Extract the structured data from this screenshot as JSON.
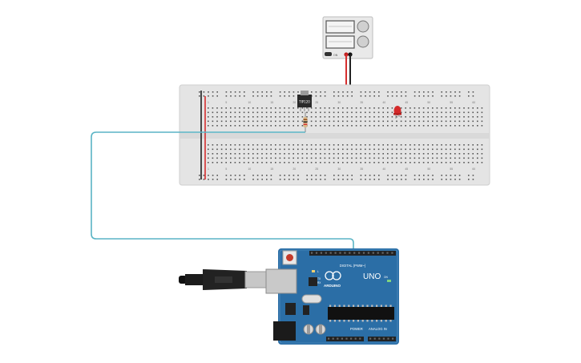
{
  "power_supply": {
    "on_label": "ON"
  },
  "breadboard": {
    "top_numbers": [
      "1",
      "5",
      "10",
      "15",
      "20",
      "25",
      "30",
      "35",
      "40",
      "45",
      "50",
      "55",
      "60"
    ],
    "left_letters": [
      "j",
      "i",
      "h",
      "g",
      "f",
      "e",
      "d",
      "c",
      "b",
      "a"
    ]
  },
  "transistor": {
    "label": "TIP120"
  },
  "arduino": {
    "brand": "ARDUINO",
    "model": "UNO",
    "digital_label": "DIGITAL (PWM~)",
    "power_label": "POWER",
    "analog_label": "ANALOG IN",
    "tx_label": "TX",
    "rx_label": "RX",
    "l_label": "L",
    "on_label": "ON"
  },
  "colors": {
    "signal_wire": "#5ab4c5",
    "power_wire": "#d62e2e",
    "ground_wire": "#222222",
    "board_blue": "#2b6ea6",
    "breadboard": "#e4e4e4",
    "led_red": "#d42a2a"
  },
  "icons": [
    "usb-cable-icon",
    "reset-button-icon",
    "led-icon",
    "resistor-icon",
    "transistor-icon"
  ]
}
